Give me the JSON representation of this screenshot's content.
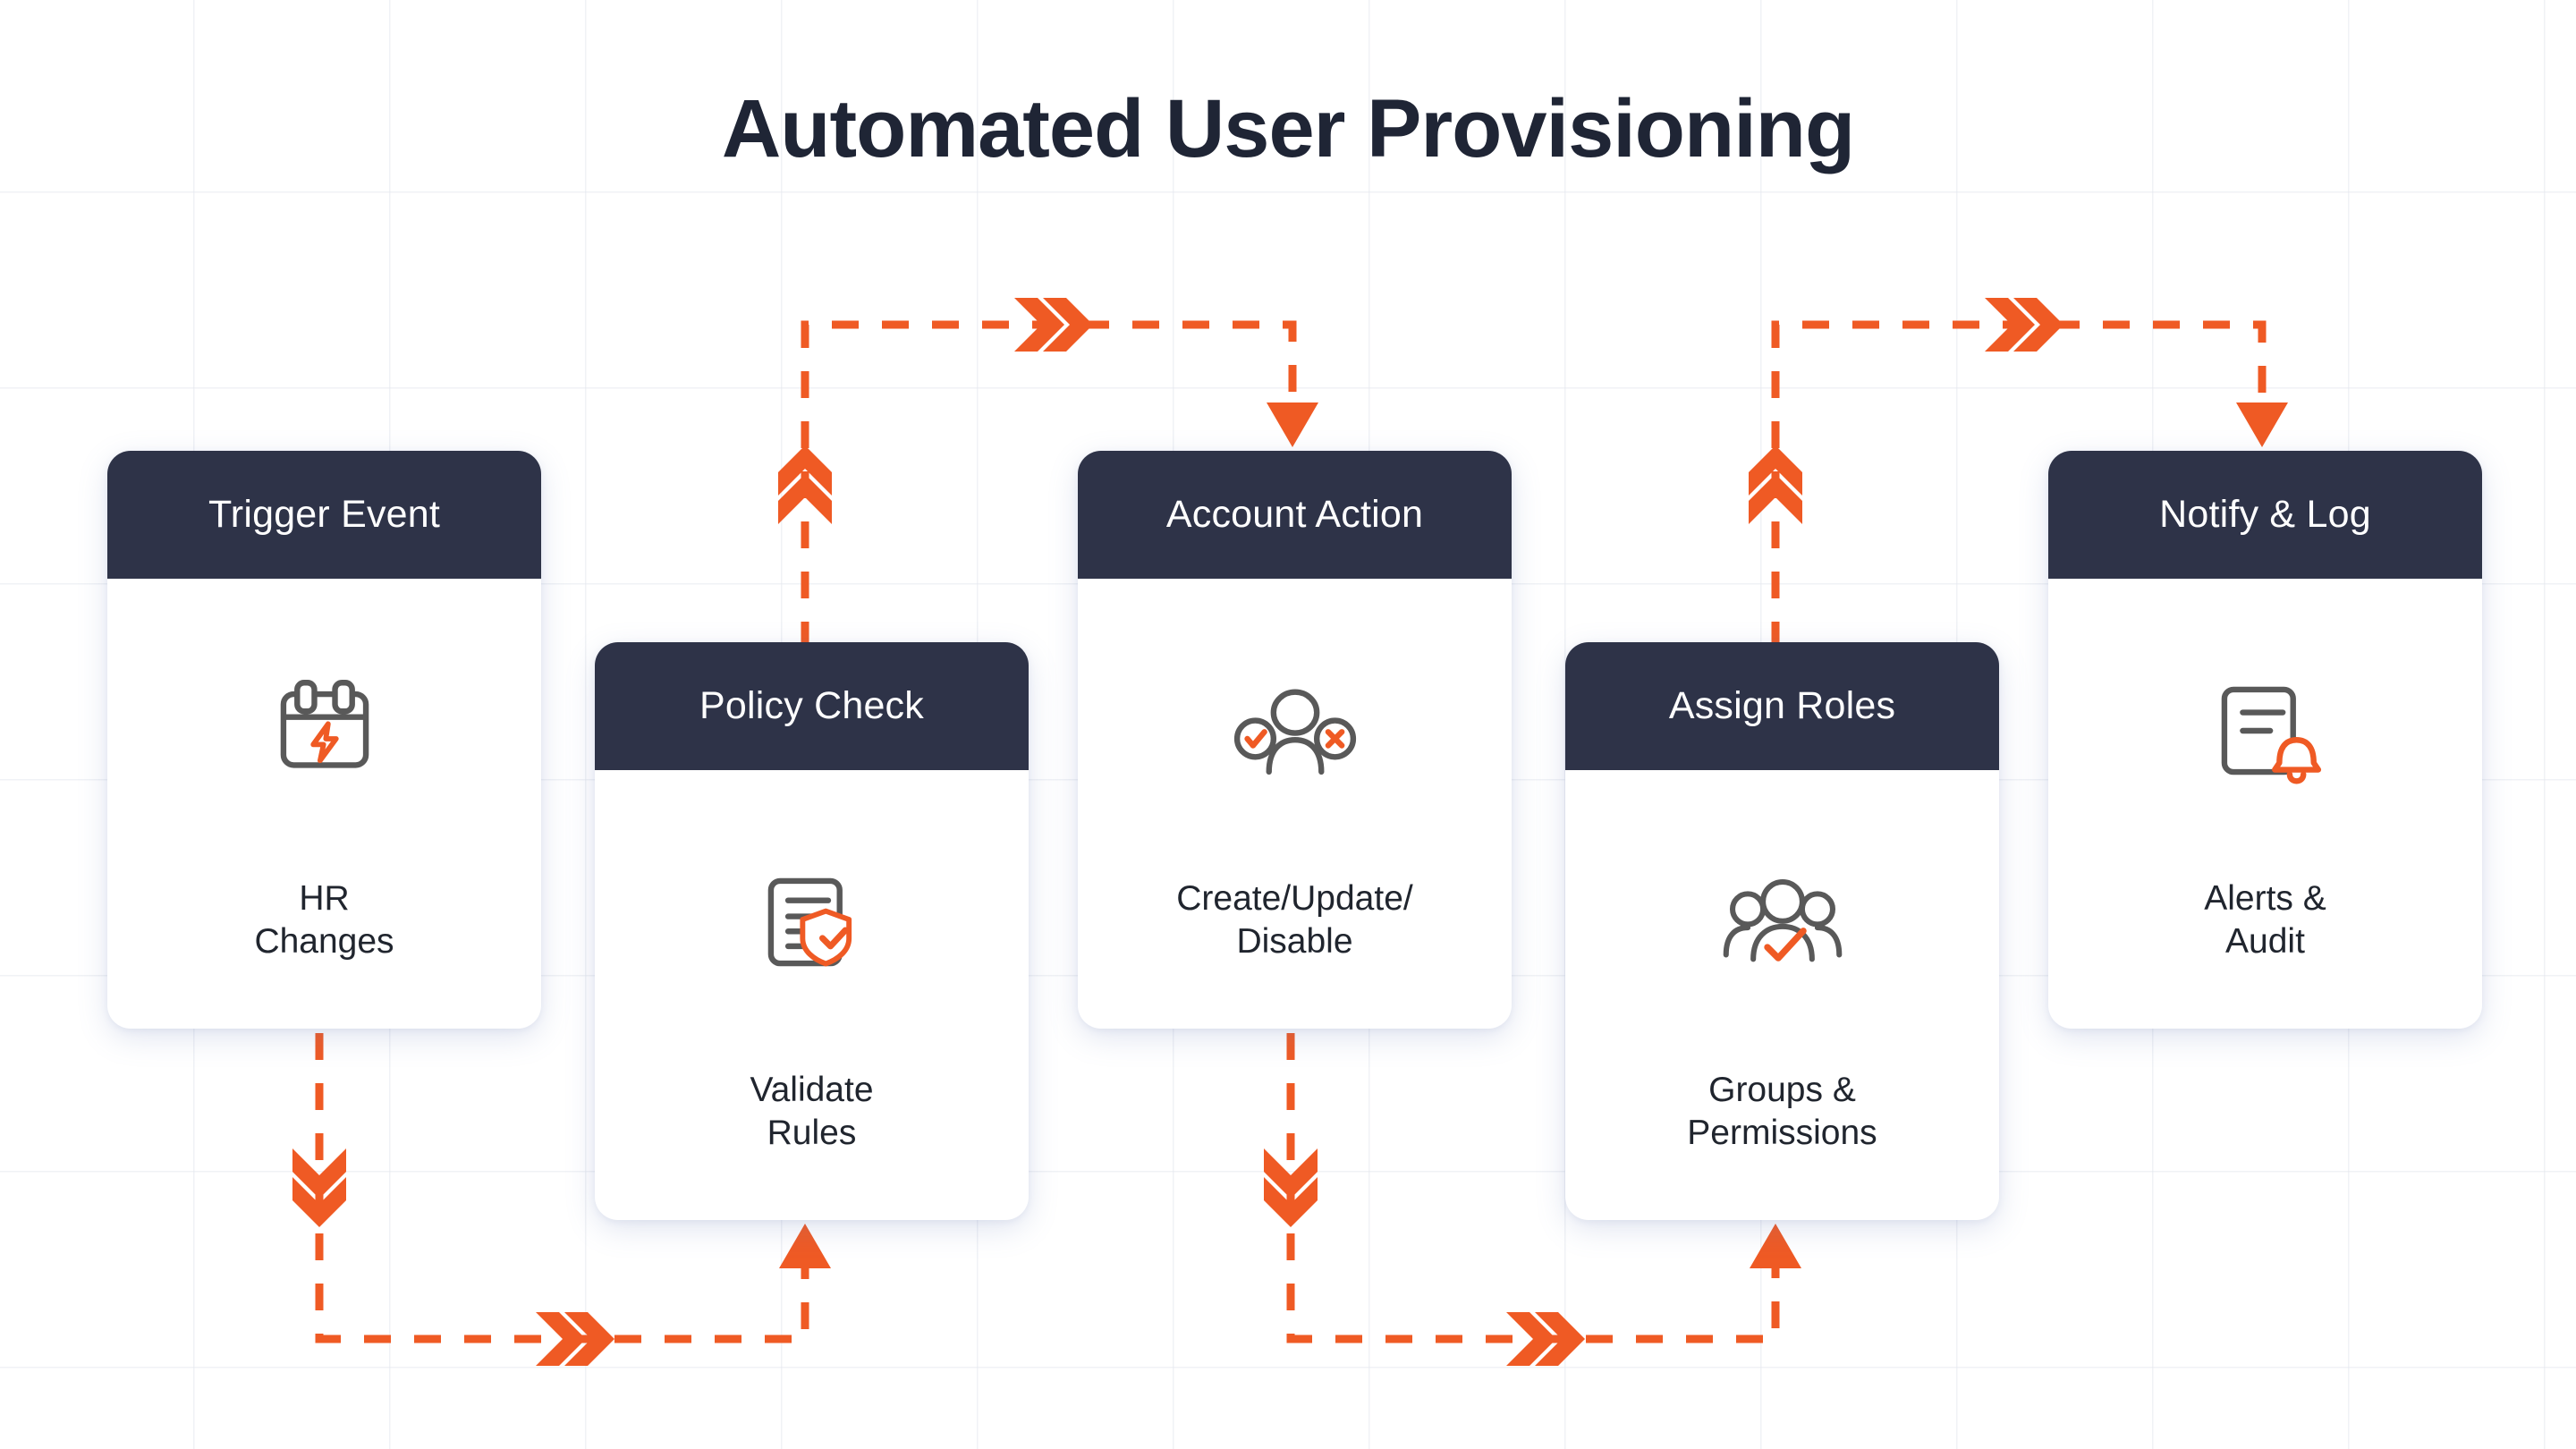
{
  "page": {
    "title": "Automated User Provisioning",
    "accent_color": "#ef5a24",
    "header_color": "#2e3348",
    "title_color": "#1f2535",
    "icon_gray": "#595959",
    "ring_gray": "#dcdcdc",
    "background": "#ffffff"
  },
  "steps": [
    {
      "title": "Trigger Event",
      "caption": "HR\nChanges",
      "icon": "calendar-bolt-icon"
    },
    {
      "title": "Policy Check",
      "caption": "Validate\nRules",
      "icon": "document-shield-check-icon"
    },
    {
      "title": "Account Action",
      "caption": "Create/Update/\nDisable",
      "icon": "user-check-x-icon"
    },
    {
      "title": "Assign Roles",
      "caption": "Groups &\nPermissions",
      "icon": "people-group-check-icon"
    },
    {
      "title": "Notify & Log",
      "caption": "Alerts &\nAudit",
      "icon": "document-bell-icon"
    }
  ],
  "connectors": [
    {
      "from": "Trigger Event",
      "to": "Policy Check",
      "style": "dashed",
      "direction": "down-right-up"
    },
    {
      "from": "Policy Check",
      "to": "Account Action",
      "style": "dashed",
      "direction": "up-right-down"
    },
    {
      "from": "Account Action",
      "to": "Assign Roles",
      "style": "dashed",
      "direction": "down-right-up"
    },
    {
      "from": "Assign Roles",
      "to": "Notify & Log",
      "style": "dashed",
      "direction": "up-right-down"
    }
  ]
}
